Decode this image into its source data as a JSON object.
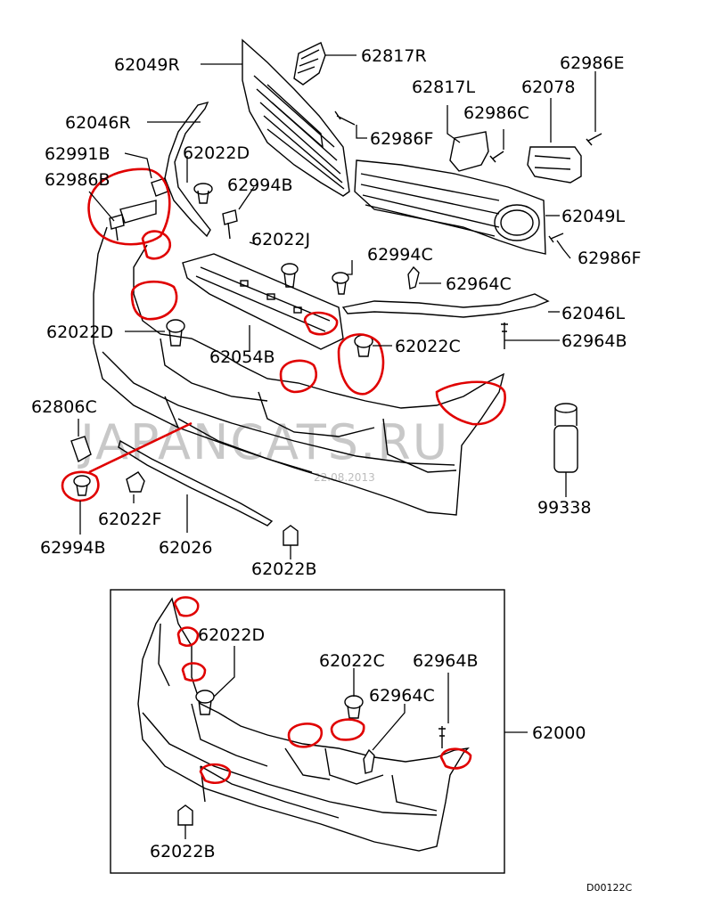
{
  "labels": {
    "p62049R": "62049R",
    "p62817R": "62817R",
    "p62986E": "62986E",
    "p62817L": "62817L",
    "p62078": "62078",
    "p62046R": "62046R",
    "p62986C_top": "62986C",
    "p62986F_top": "62986F",
    "p62991B": "62991B",
    "p62022D_top": "62022D",
    "p62986B": "62986B",
    "p62994B_top": "62994B",
    "p62049L": "62049L",
    "p62022J": "62022J",
    "p62986F_right": "62986F",
    "p62994C": "62994C",
    "p62964C_top": "62964C",
    "p62046L": "62046L",
    "p62022D_mid": "62022D",
    "p62964B_top": "62964B",
    "p62054B": "62054B",
    "p62022C_mid": "62022C",
    "p62806C": "62806C",
    "p99338": "99338",
    "p62022F": "62022F",
    "p62994B_bottom": "62994B",
    "p62026": "62026",
    "p62022B_top": "62022B",
    "p62022D_inset": "62022D",
    "p62022C_inset": "62022C",
    "p62964B_inset": "62964B",
    "p62964C_inset": "62964C",
    "p62000": "62000",
    "p62022B_inset": "62022B"
  },
  "watermark": "JAPANCATS.RU",
  "date_stamp": "22.08.2013",
  "diagram_code": "D00122C"
}
